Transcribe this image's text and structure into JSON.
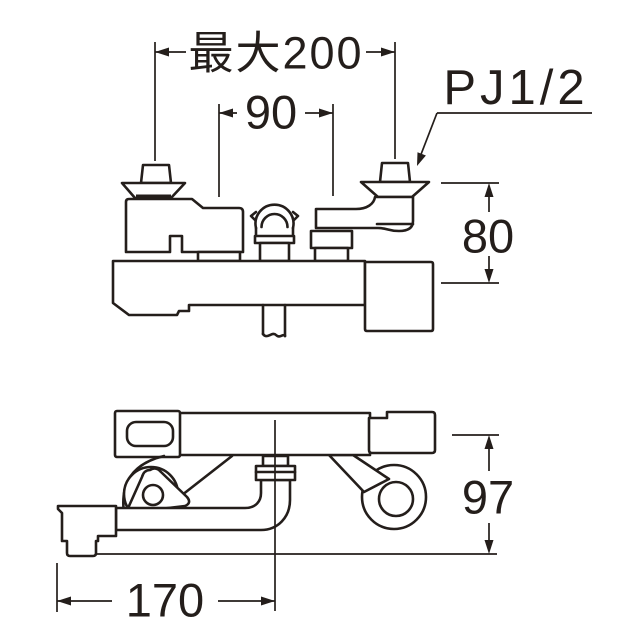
{
  "page": {
    "background": "#ffffff",
    "line_color": "#241e1b"
  },
  "annotations": {
    "max_width": "最大200",
    "handle_pitch": "90",
    "thread_size": "PJ1/2",
    "upper_height": "80",
    "lower_height": "97",
    "spout_reach": "170"
  }
}
